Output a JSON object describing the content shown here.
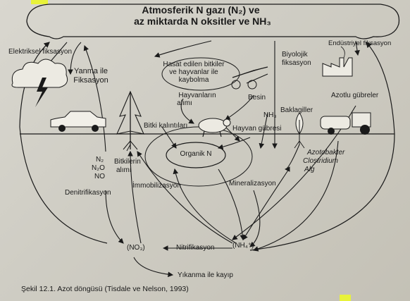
{
  "title": {
    "line1": "Atmosferik N gazı (N₂) ve",
    "line2": "az miktarda N oksitler ve NH₃"
  },
  "labels": {
    "elektriksel": "Elektriksel fiksasyon",
    "yanma1": "Yanma ile",
    "yanma2": "Fiksasyon",
    "hasat1": "Hasat edilen bitkiler",
    "hasat2": "ve  hayvanlar ile",
    "hasat3": "kaybolma",
    "biyolojik1": "Biyolojik",
    "biyolojik2": "fiksasyon",
    "endustriyel": "Endüstriyel fiksasyon",
    "hayvan_alimi1": "Hayvanların",
    "hayvan_alimi2": "alımı",
    "besin": "Besin",
    "nh3": "NH₃",
    "baklagiller": "Baklagiller",
    "azotlu_gubre": "Azotlu gübreler",
    "bitki_kalintilari": "Bitki kalıntıları",
    "hayvan_gubresi": "Hayvan gübresi",
    "organik_n": "Organik N",
    "azotobakter": "Azotobakter",
    "clostridium": "Clostridium",
    "alg": "Alg",
    "n2": "N₂",
    "n2o": "N₂O",
    "no": "NO",
    "bitkilerin1": "Bitkilerin",
    "bitkilerin2": "alımı",
    "denitrifikasyon": "Denitrifikasyon",
    "immobilizasyon": "İmmobilizasyon",
    "mineralizasyon": "Mineralizasyon",
    "no3": "(NO₃)",
    "nitrifikasyon": "Nitrifikasyon",
    "nh4": "(NH₄⁺)",
    "yikanma": "Yıkanma ile kayıp"
  },
  "caption": "Şekil 12.1. Azot döngüsü (Tisdale ve Nelson, 1993)",
  "icons": [
    "cloud-lightning-icon",
    "car-icon",
    "tree-icon",
    "animal-icon",
    "tractor-icon",
    "factory-icon",
    "truck-icon",
    "plant-icon"
  ],
  "colors": {
    "paper": "#d3d1c8",
    "ink": "#1a1a1a",
    "highlight": "#e8f23a"
  }
}
